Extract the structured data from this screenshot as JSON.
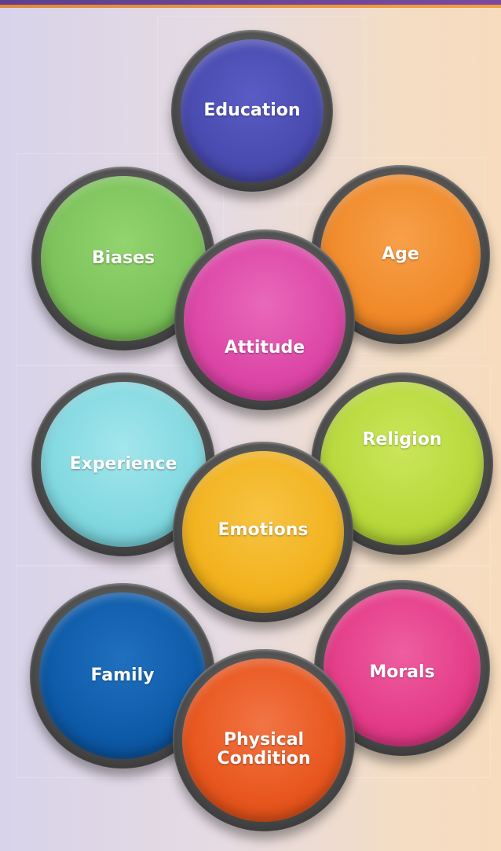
{
  "colors": {
    "education": "#4a4bb0",
    "biases": "#7cc25a",
    "age": "#f08a2a",
    "attitude": "#dc46a6",
    "experience": "#82d8e0",
    "religion": "#b8d83c",
    "emotions": "#f2b21e",
    "family": "#0d5aa8",
    "morals": "#e43c88",
    "physical_condition": "#e8561e"
  },
  "bubbles": {
    "education": "Education",
    "biases": "Biases",
    "age": "Age",
    "attitude": "Attitude",
    "experience": "Experience",
    "religion": "Religion",
    "emotions": "Emotions",
    "family": "Family",
    "morals": "Morals",
    "physical_condition": "Physical\nCondition"
  }
}
